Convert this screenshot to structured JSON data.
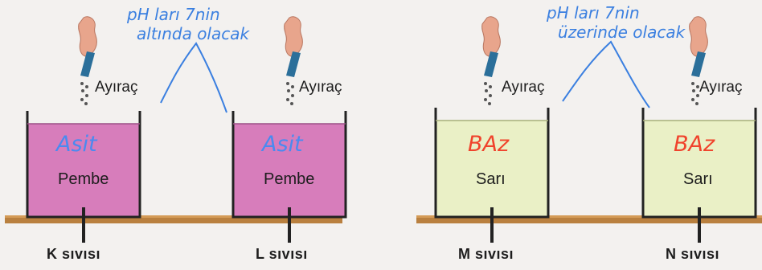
{
  "reagent_label": "Ayıraç",
  "colors": {
    "pink_liquid": "#d77dbb",
    "yellow_liquid": "#eaf0c6",
    "handwriting_blue": "#3a7fe0",
    "handwriting_red": "#f0432c",
    "table": "#b9803f"
  },
  "annotations": {
    "left_note_line1": "pH ları 7nin",
    "left_note_line2": "altında olacak",
    "right_note_line1": "pH ları 7nin",
    "right_note_line2": "üzerinde olacak"
  },
  "containers": [
    {
      "liquid_color_name": "Pembe",
      "handwritten_tag": "Asit",
      "caption": "K sıvısı"
    },
    {
      "liquid_color_name": "Pembe",
      "handwritten_tag": "Asit",
      "caption": "L sıvısı"
    },
    {
      "liquid_color_name": "Sarı",
      "handwritten_tag": "BAz",
      "caption": "M sıvısı"
    },
    {
      "liquid_color_name": "Sarı",
      "handwritten_tag": "BAz",
      "caption": "N sıvısı"
    }
  ]
}
